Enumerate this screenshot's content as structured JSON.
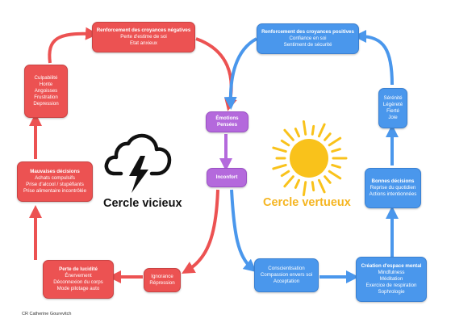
{
  "colors": {
    "vicious": "#ec5252",
    "virtuous": "#4a97ec",
    "center": "#b469dc",
    "virtuous_title": "#f5b521",
    "sun": "#f9c21b"
  },
  "icons": [
    "storm-cloud-icon",
    "sun-icon"
  ],
  "vicious_circle": {
    "title": "Cercle vicieux",
    "neg_beliefs": {
      "title": "Renforcement des croyances négatives",
      "lines": [
        "Perte d'estime de soi",
        "Etat anxieux"
      ]
    },
    "feelings": {
      "lines": [
        "Culpabilité",
        "Honte",
        "Angoisses",
        "Frustration",
        "Depression"
      ]
    },
    "bad_decisions": {
      "title": "Mauvaises décisions",
      "lines": [
        "Achats compulsifs",
        "Prise d'alcool / stupéfiants",
        "Prise alimentaire incontrôlée"
      ]
    },
    "lucidity": {
      "title": "Perte de lucidité",
      "lines": [
        "Énervement",
        "Déconnexion du corps",
        "Mode pilotage auto"
      ]
    },
    "ignorance": {
      "lines": [
        "Ignorance",
        "Répression"
      ]
    }
  },
  "center": {
    "emotions": {
      "lines": [
        "Émotions",
        "Pensées"
      ]
    },
    "discomfort": {
      "lines": [
        "Inconfort"
      ]
    }
  },
  "virtuous_circle": {
    "title": "Cercle vertueux",
    "pos_beliefs": {
      "title": "Renforcement des croyances positives",
      "lines": [
        "Confiance en soi",
        "Sentiment de sécurité"
      ]
    },
    "serenity": {
      "lines": [
        "Sérénité",
        "Légèreté",
        "Fierté",
        "Joie"
      ]
    },
    "good_decisions": {
      "title": "Bonnes décisions",
      "lines": [
        "Reprise du quotidien",
        "Actions intentionnées"
      ]
    },
    "mental_space": {
      "title": "Création d'espace mental",
      "lines": [
        "Mindfulness",
        "Méditation",
        "Exercice de respiration",
        "Sophrologie"
      ]
    },
    "awareness": {
      "lines": [
        "Conscientisation",
        "Compassion envers soi",
        "Acceptation"
      ]
    }
  },
  "credit": "CR Catherine Gourevitch"
}
